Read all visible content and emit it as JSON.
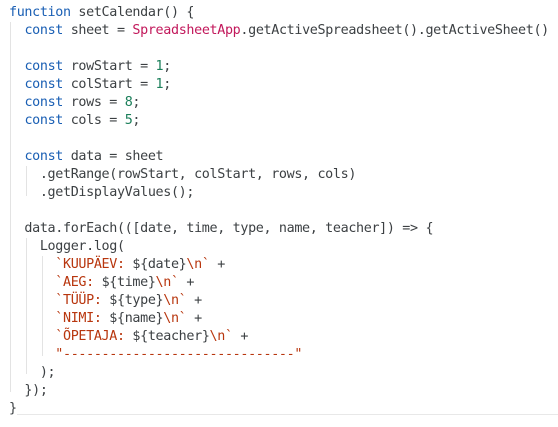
{
  "editor": {
    "lines": [
      [
        {
          "t": "function",
          "c": "kw"
        },
        {
          "t": " ",
          "c": "op"
        },
        {
          "t": "setCalendar",
          "c": "fn"
        },
        {
          "t": "() {",
          "c": "op"
        }
      ],
      [
        {
          "t": "  ",
          "c": "op"
        },
        {
          "t": "const",
          "c": "kw"
        },
        {
          "t": " sheet = ",
          "c": "op"
        },
        {
          "t": "SpreadsheetApp",
          "c": "cls"
        },
        {
          "t": ".getActiveSpreadsheet().getActiveSheet()",
          "c": "op"
        }
      ],
      [],
      [
        {
          "t": "  ",
          "c": "op"
        },
        {
          "t": "const",
          "c": "kw"
        },
        {
          "t": " rowStart = ",
          "c": "op"
        },
        {
          "t": "1",
          "c": "num"
        },
        {
          "t": ";",
          "c": "op"
        }
      ],
      [
        {
          "t": "  ",
          "c": "op"
        },
        {
          "t": "const",
          "c": "kw"
        },
        {
          "t": " colStart = ",
          "c": "op"
        },
        {
          "t": "1",
          "c": "num"
        },
        {
          "t": ";",
          "c": "op"
        }
      ],
      [
        {
          "t": "  ",
          "c": "op"
        },
        {
          "t": "const",
          "c": "kw"
        },
        {
          "t": " rows = ",
          "c": "op"
        },
        {
          "t": "8",
          "c": "num"
        },
        {
          "t": ";",
          "c": "op"
        }
      ],
      [
        {
          "t": "  ",
          "c": "op"
        },
        {
          "t": "const",
          "c": "kw"
        },
        {
          "t": " cols = ",
          "c": "op"
        },
        {
          "t": "5",
          "c": "num"
        },
        {
          "t": ";",
          "c": "op"
        }
      ],
      [],
      [
        {
          "t": "  ",
          "c": "op"
        },
        {
          "t": "const",
          "c": "kw"
        },
        {
          "t": " data = sheet",
          "c": "op"
        }
      ],
      [
        {
          "t": "    .getRange(rowStart, colStart, rows, cols)",
          "c": "op"
        }
      ],
      [
        {
          "t": "    .getDisplayValues();",
          "c": "op"
        }
      ],
      [],
      [
        {
          "t": "  data.forEach(([date, time, type, name, teacher]) => {",
          "c": "op"
        }
      ],
      [
        {
          "t": "    Logger.log(",
          "c": "op"
        }
      ],
      [
        {
          "t": "      ",
          "c": "op"
        },
        {
          "t": "`KUUPÄEV: ",
          "c": "str"
        },
        {
          "t": "${date}",
          "c": "op"
        },
        {
          "t": "\\n`",
          "c": "str"
        },
        {
          "t": " +",
          "c": "op"
        }
      ],
      [
        {
          "t": "      ",
          "c": "op"
        },
        {
          "t": "`AEG: ",
          "c": "str"
        },
        {
          "t": "${time}",
          "c": "op"
        },
        {
          "t": "\\n`",
          "c": "str"
        },
        {
          "t": " +",
          "c": "op"
        }
      ],
      [
        {
          "t": "      ",
          "c": "op"
        },
        {
          "t": "`TÜÜP: ",
          "c": "str"
        },
        {
          "t": "${type}",
          "c": "op"
        },
        {
          "t": "\\n`",
          "c": "str"
        },
        {
          "t": " +",
          "c": "op"
        }
      ],
      [
        {
          "t": "      ",
          "c": "op"
        },
        {
          "t": "`NIMI: ",
          "c": "str"
        },
        {
          "t": "${name}",
          "c": "op"
        },
        {
          "t": "\\n`",
          "c": "str"
        },
        {
          "t": " +",
          "c": "op"
        }
      ],
      [
        {
          "t": "      ",
          "c": "op"
        },
        {
          "t": "`ÕPETAJA: ",
          "c": "str"
        },
        {
          "t": "${teacher}",
          "c": "op"
        },
        {
          "t": "\\n`",
          "c": "str"
        },
        {
          "t": " +",
          "c": "op"
        }
      ],
      [
        {
          "t": "      ",
          "c": "op"
        },
        {
          "t": "\"------------------------------\"",
          "c": "str"
        }
      ],
      [
        {
          "t": "    );",
          "c": "op"
        }
      ],
      [
        {
          "t": "  });",
          "c": "op"
        }
      ],
      [
        {
          "t": "}",
          "c": "op"
        }
      ]
    ]
  },
  "colors": {
    "keyword": "#1a5fb4",
    "class": "#c2185b",
    "number": "#1b7f5a",
    "string": "#b8360e",
    "text": "#3c4043"
  }
}
